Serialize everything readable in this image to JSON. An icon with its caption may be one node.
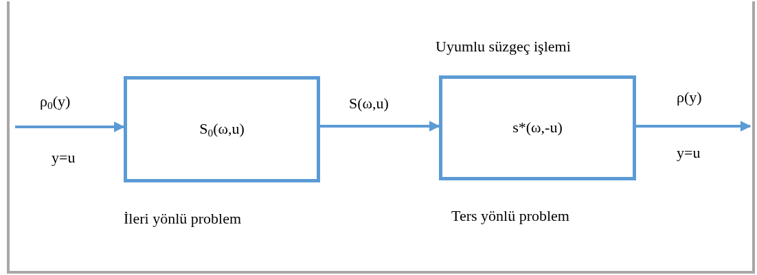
{
  "diagram": {
    "nodes": [
      {
        "text": [
          "S$_{0}$(ω,u)"
        ],
        "beside": [
          "İleri yönlü problem"
        ]
      },
      {
        "text": [
          "s*(ω,-u)"
        ],
        "beside": [
          "Uyumlu süzgeç işlemi",
          "Ters yönlü problem"
        ]
      }
    ],
    "edges": [
      {
        "from": null,
        "to": 0,
        "arrow": "to",
        "label": "ρ$_{0}$(y)"
      },
      {
        "from": 0,
        "to": 1,
        "arrow": "to",
        "label": "S(ω,u)"
      },
      {
        "from": 1,
        "to": null,
        "arrow": "to",
        "label": "ρ(y)"
      }
    ],
    "labels": [
      "y=u",
      "y=u"
    ]
  }
}
